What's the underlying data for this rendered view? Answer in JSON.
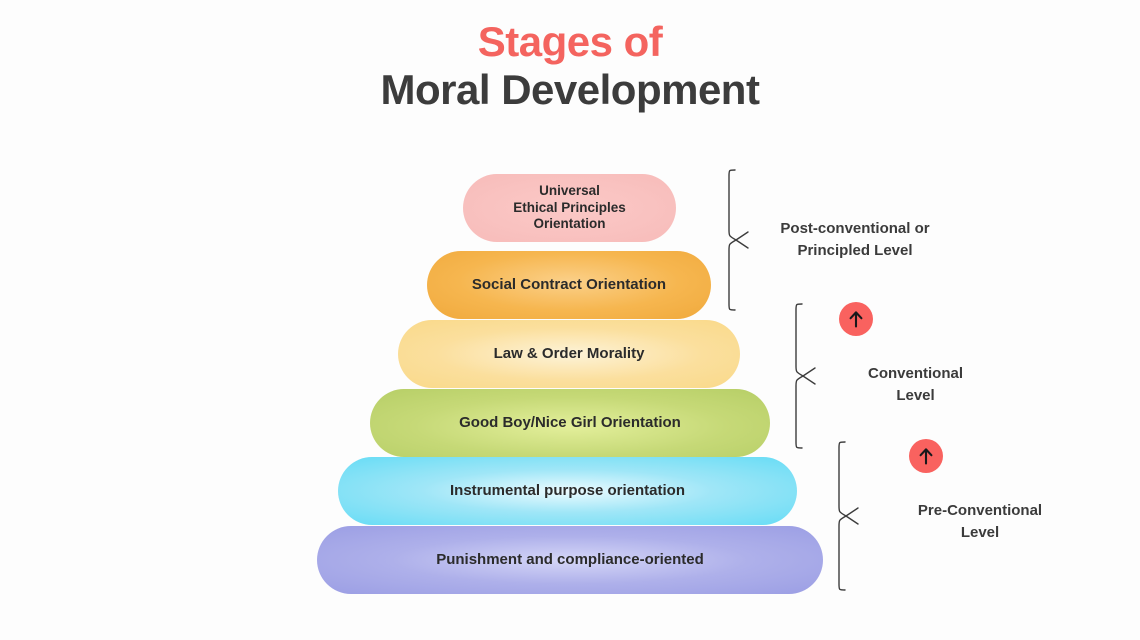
{
  "title": {
    "line1": "Stages of",
    "line2": "Moral Development",
    "accent_color": "#f4645f",
    "dark_color": "#3c3c3c"
  },
  "background_color": "#fdfdfd",
  "pyramid": {
    "stages": [
      {
        "label": "Universal\nEthical Principles\nOrientation",
        "label_lines": [
          "Universal",
          "Ethical Principles",
          "Orientation"
        ],
        "color": "#f9c2c0",
        "rank": 6
      },
      {
        "label": "Social Contract Orientation",
        "label_lines": [
          "Social Contract Orientation"
        ],
        "color": "#f6b64f",
        "rank": 5
      },
      {
        "label": "Law & Order Morality",
        "label_lines": [
          "Law & Order Morality"
        ],
        "color": "#fbdf9d",
        "rank": 4
      },
      {
        "label": "Good Boy/Nice Girl Orientation",
        "label_lines": [
          "Good Boy/Nice Girl Orientation"
        ],
        "color": "#c6d977",
        "rank": 3
      },
      {
        "label": "Instrumental purpose orientation",
        "label_lines": [
          "Instrumental purpose orientation"
        ],
        "color": "#66dcf5",
        "rank": 2
      },
      {
        "label": "Punishment and compliance-oriented",
        "label_lines": [
          "Punishment and compliance-oriented"
        ],
        "color": "#aeb0ea",
        "rank": 1
      }
    ]
  },
  "levels": [
    {
      "label": "Post-conventional or\nPrincipled Level",
      "label_lines": [
        "Post-conventional or",
        "Principled Level"
      ],
      "covers_stages": [
        0,
        1
      ]
    },
    {
      "label": "Conventional\nLevel",
      "label_lines": [
        "Conventional",
        "Level"
      ],
      "covers_stages": [
        2,
        3
      ]
    },
    {
      "label": "Pre-Conventional\nLevel",
      "label_lines": [
        "Pre-Conventional",
        "Level"
      ],
      "covers_stages": [
        4,
        5
      ]
    }
  ],
  "arrow_badges": [
    {
      "icon": "arrow-up-icon",
      "color": "#f9625f"
    },
    {
      "icon": "arrow-up-icon",
      "color": "#f9625f"
    }
  ]
}
